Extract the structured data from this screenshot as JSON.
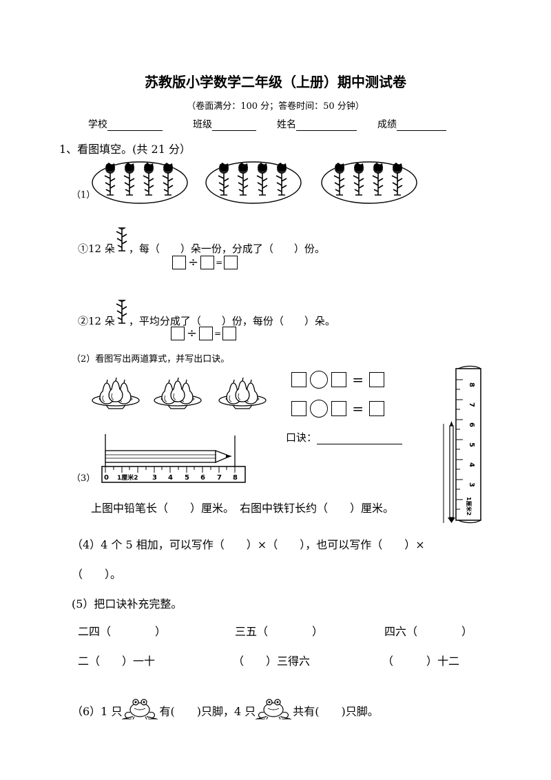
{
  "title": "苏教版小学数学二年级（上册）期中测试卷",
  "subtitle": "（卷面满分：100 分；答卷时间：50 分钟）",
  "info": {
    "school": "学校",
    "class": "班级",
    "name": "姓名",
    "score": "成绩"
  },
  "section1": {
    "heading": "1、看图填空。(共 21 分）",
    "p1_label": "（1）",
    "q1a_prefix": "①12 朵",
    "q1a_text": "，每（　　）朵一份，分成了（　　）份。",
    "q1b_prefix": "②12 朵",
    "q1b_text": "，平均分成了（　　）份，每份（　　）朵。",
    "div_sign": "÷",
    "eq_sign": "=",
    "p2_text": "（2）看图写出两道算式，并写出口诀。",
    "koujue_label": "口诀：",
    "p3_label": "（3）",
    "p3_text": "上图中铅笔长（　　）厘米。　右图中铁钉长约（　　）厘米。",
    "p4_line1": "（4）4 个 5 相加，可以写作（　　）×（　　），也可以写作（　　）×",
    "p4_line2": "（　　）。",
    "p5_text": "(5）把口诀补充完整。",
    "p5_items": [
      "二四（　　　　）",
      "三五（　　　　）",
      "四六（　　　　）",
      "二（　　）一十",
      "（　　）三得六",
      "（　　　）十二"
    ],
    "p6_a": "（6）1 只",
    "p6_b": "有(　　)只脚，4 只",
    "p6_c": "共有(　　)只脚。"
  },
  "ruler": {
    "horizontal_ticks": [
      "0",
      "1厘米2",
      "3",
      "4",
      "5",
      "6",
      "7",
      "8"
    ],
    "vertical_ticks": [
      "8",
      "7",
      "6",
      "5",
      "4",
      "3",
      "1厘米2"
    ]
  }
}
